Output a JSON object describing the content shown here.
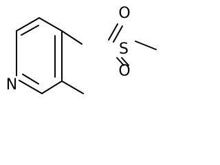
{
  "molecule": {
    "atoms": {
      "nitrogen": "N",
      "sulfur": "S",
      "oxygen_top": "O",
      "oxygen_bottom": "O"
    }
  },
  "colors": {
    "bond": "#000000",
    "label": "#000000",
    "background": "#ffffff"
  }
}
